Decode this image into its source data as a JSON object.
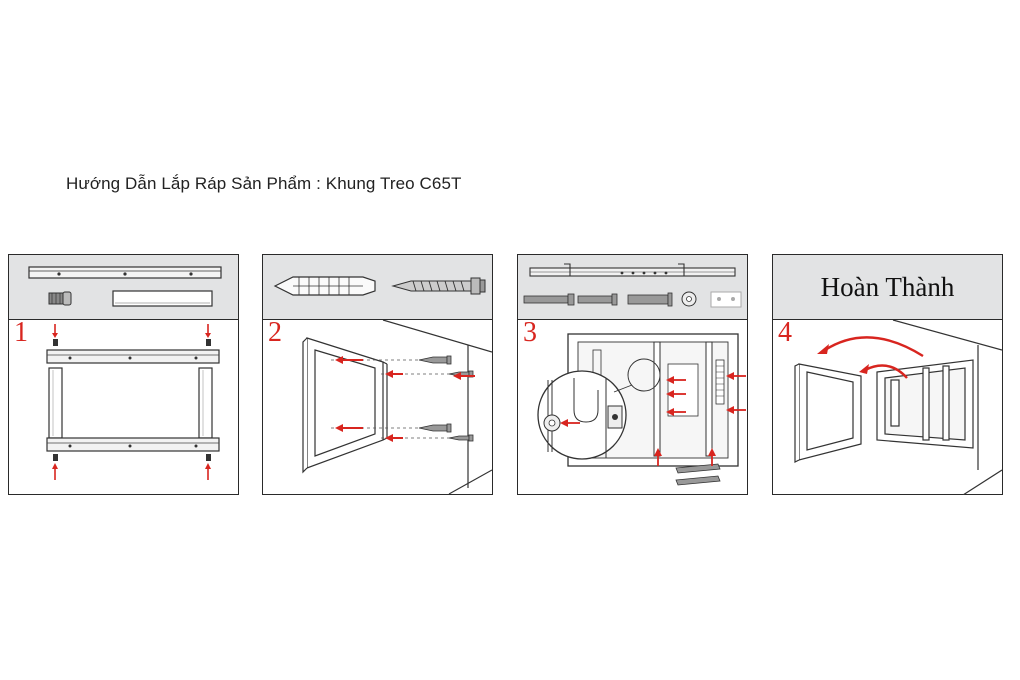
{
  "title": "Hướng Dẫn Lắp Ráp Sản Phẩm : Khung Treo C65T",
  "steps": [
    {
      "number": "1"
    },
    {
      "number": "2"
    },
    {
      "number": "3"
    },
    {
      "number": "4",
      "header_text": "Hoàn Thành"
    }
  ],
  "colors": {
    "arrow": "#d8251f",
    "header_bg": "#e2e3e4",
    "line": "#2a2a2a"
  }
}
